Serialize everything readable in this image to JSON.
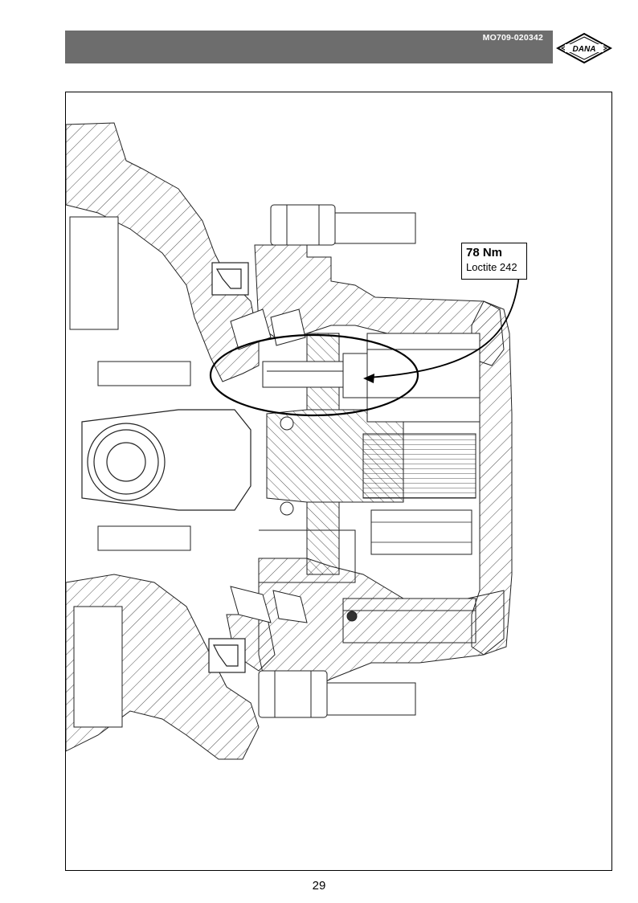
{
  "header": {
    "doc_number": "MO709-020342",
    "logo_text": "DANA",
    "logo_colors": {
      "outline": "#000000",
      "fill": "#ffffff",
      "stripe": "#000000"
    }
  },
  "figure": {
    "callout": {
      "torque": "78 Nm",
      "compound": "Loctite 242"
    }
  },
  "footer": {
    "page_number": "29"
  }
}
